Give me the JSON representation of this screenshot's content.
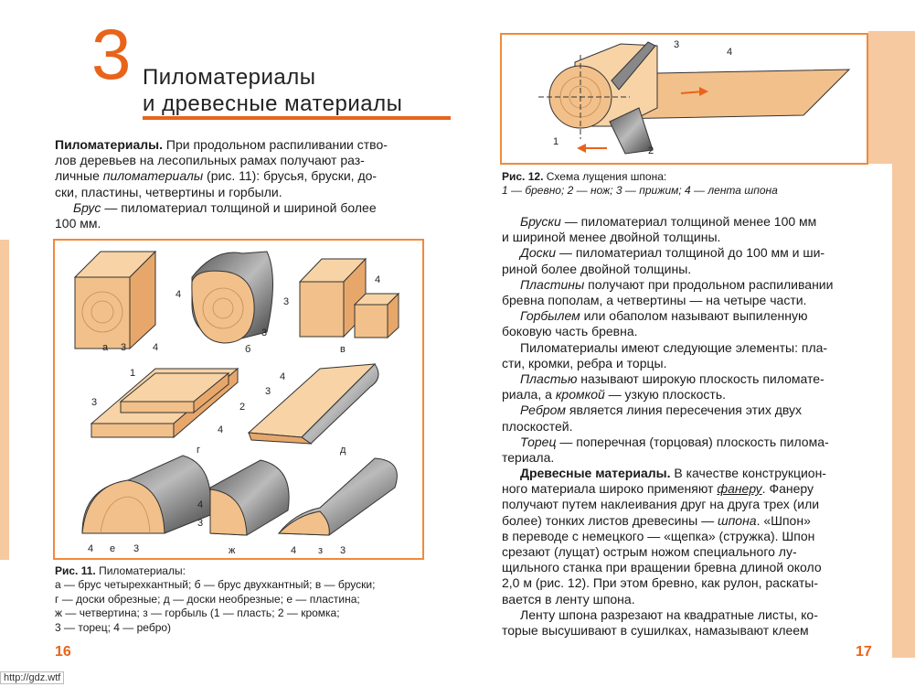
{
  "left": {
    "chapter_number": "3",
    "chapter_title_line1": "Пиломатериалы",
    "chapter_title_line2": "и древесные материалы",
    "para1_lead": "Пиломатериалы.",
    "para1_line1": "При продольном распиливании ство-",
    "para1_line2": "лов деревьев на лесопильных рамах получают раз-",
    "para1_line3a": "личные ",
    "para1_line3b": "пиломатериалы",
    "para1_line3c": " (рис. 11): брусья, бруски, до-",
    "para1_line4": "ски, пластины, четвертины и горбыли.",
    "para2_term": "Брус",
    "para2_line1": " — пиломатериал толщиной и шириной более",
    "para2_line2": "100 мм.",
    "figure_labels": {
      "a": "а",
      "b": "б",
      "v": "в",
      "g": "г",
      "d": "д",
      "e": "е",
      "zh": "ж",
      "z": "з",
      "n1": "1",
      "n2": "2",
      "n3": "3",
      "n4": "4"
    },
    "caption_title": "Рис. 11.",
    "caption_title_rest": " Пиломатериалы:",
    "caption_line1": "а — брус четырехкантный; б — брус двухкантный; в — бруски;",
    "caption_line2": "г — доски обрезные; д — доски необрезные; е — пластина;",
    "caption_line3": "ж — четвертина; з — горбыль (1 — пласть; 2 — кромка;",
    "caption_line4": "3 — торец; 4 — ребро)",
    "page_number": "16",
    "site": "http://gdz.wtf"
  },
  "right": {
    "figure_labels": {
      "n1": "1",
      "n2": "2",
      "n3": "3",
      "n4": "4"
    },
    "caption_title": "Рис. 12.",
    "caption_title_rest": " Схема лущения шпона:",
    "caption_line2": "1 — бревно; 2 — нож; 3 — прижим; 4 — лента шпона",
    "lines": [
      {
        "t": "Бруски",
        "r": " — пиломатериал толщиной менее 100 мм",
        "ind": true
      },
      {
        "r": "и шириной менее двойной толщины."
      },
      {
        "t": "Доски",
        "r": " — пиломатериал толщиной до 100 мм и ши-",
        "ind": true
      },
      {
        "r": "риной более двойной толщины."
      },
      {
        "t": "Пластины",
        "r": " получают при продольном распиливании",
        "ind": true
      },
      {
        "r": "бревна пополам, а четвертины — на четыре части."
      },
      {
        "t": "Горбылем",
        "r": " или обаполом называют выпиленную",
        "ind": true
      },
      {
        "r": "боковую часть бревна."
      },
      {
        "r": "Пиломатериалы имеют следующие элементы: пла-",
        "ind": true
      },
      {
        "r": "сти, кромки, ребра и торцы."
      },
      {
        "t": "Пластью",
        "r": " называют широкую плоскость пиломате-",
        "ind": true
      },
      {
        "r": "риала, а "
      },
      {
        "t": "Ребром",
        "r": " является линия пересечения этих двух",
        "ind": true
      },
      {
        "r": "плоскостей."
      },
      {
        "t": "Торец",
        "r": " — поперечная (торцовая) плоскость пилома-",
        "ind": true
      },
      {
        "r": "териала."
      }
    ],
    "line12_kromka": "кромкой",
    "line12_rest": " — узкую плоскость.",
    "wood_lead": "Древесные материалы.",
    "wood_line1": " В качестве конструкцион-",
    "wood_line2a": "ного материала широко применяют ",
    "wood_line2b": "фанеру",
    "wood_line2c": ". Фанеру",
    "wood_line3": "получают путем наклеивания друг на друга трех (или",
    "wood_line4a": "более) тонких листов древесины — ",
    "wood_line4b": "шпона",
    "wood_line4c": ". «Шпон»",
    "wood_line5": "в переводе с немецкого — «щепка» (стружка). Шпон",
    "wood_line6": "срезают (лущат) острым ножом специального лу-",
    "wood_line7": "щильного станка при вращении бревна длиной около",
    "wood_line8": "2,0 м (рис. 12). При этом бревно, как рулон, раскаты-",
    "wood_line9": "вается в ленту шпона.",
    "last_line1": "Ленту шпона разрезают на квадратные листы, ко-",
    "last_line2": "торые высушивают в сушилках, намазывают клеем",
    "page_number": "17"
  },
  "colors": {
    "accent": "#e8641b",
    "tab": "#f6c9a0",
    "wood": "#f2c08a",
    "bark": "#6b6b6b"
  }
}
